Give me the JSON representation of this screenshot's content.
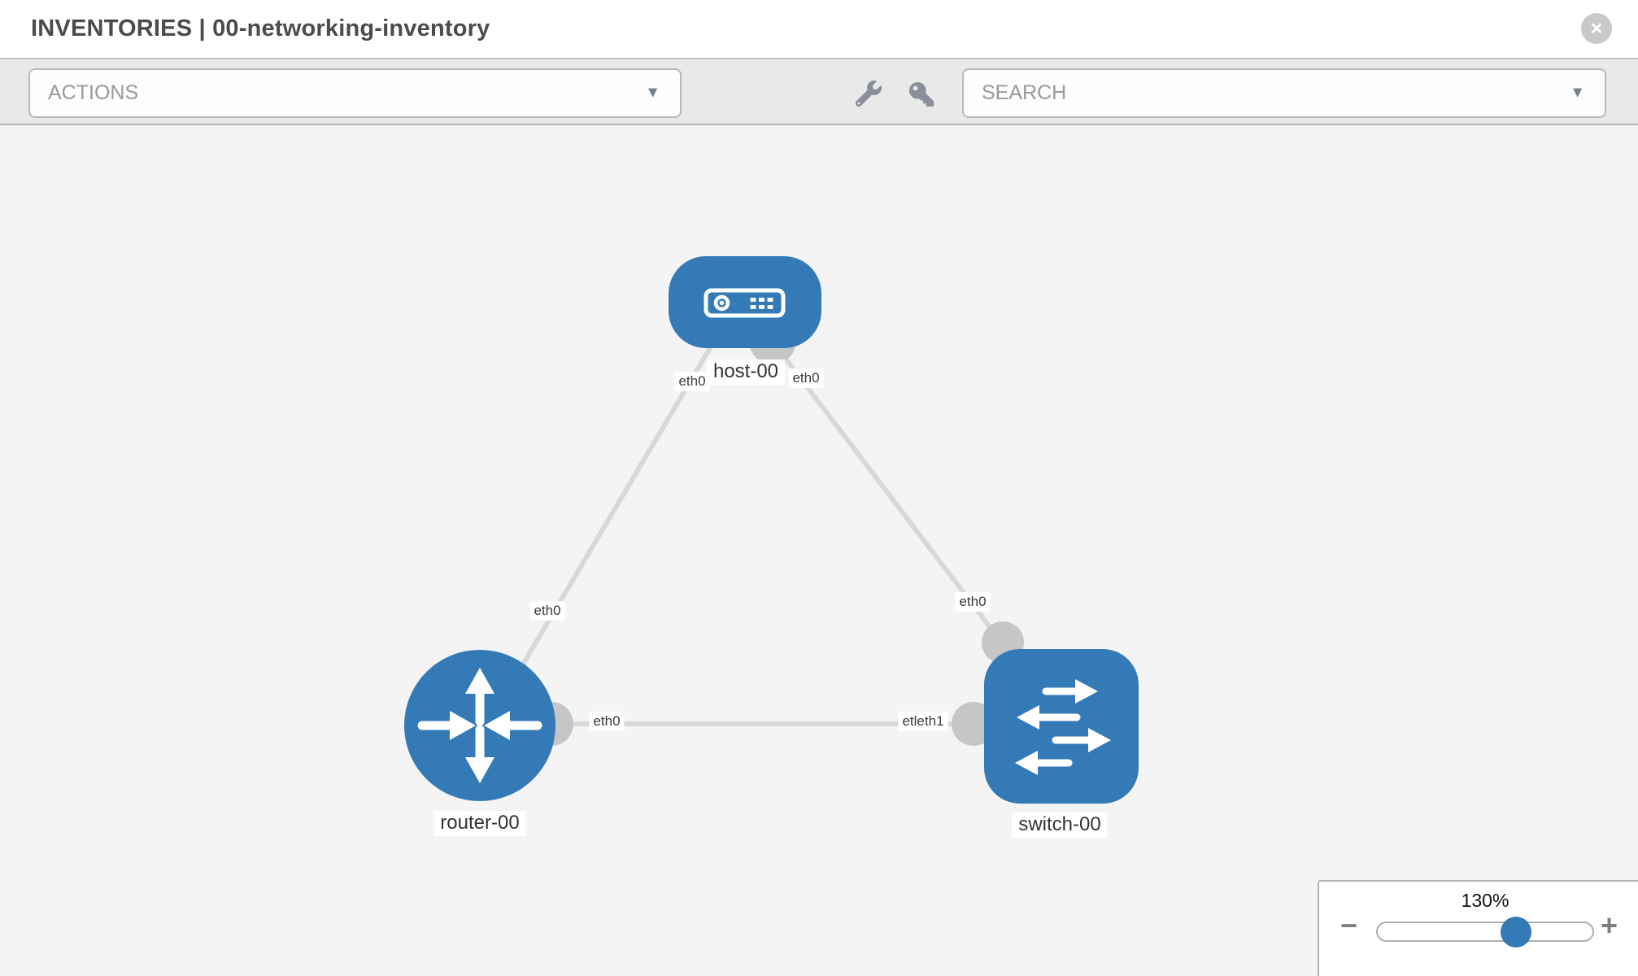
{
  "header": {
    "title": "INVENTORIES | 00-networking-inventory"
  },
  "toolbar": {
    "actions_label": "ACTIONS",
    "search_label": "SEARCH"
  },
  "icons": {
    "close_glyph": "✕",
    "caret_glyph": "▼",
    "wrench": "wrench-icon",
    "key": "key-icon",
    "host": "server-icon",
    "router": "router-arrows-icon",
    "switch": "switch-arrows-icon"
  },
  "colors": {
    "node_blue": "#337ab7",
    "port_gray": "#c6c6c6",
    "edge_gray": "#d8d8d8",
    "toolbar_bg": "#e9e9e9",
    "canvas_bg": "#f4f4f4",
    "tool_icon_gray": "#8a9099"
  },
  "topology": {
    "nodes": [
      {
        "id": "host-00",
        "type": "host",
        "label": "host-00"
      },
      {
        "id": "router-00",
        "type": "router",
        "label": "router-00"
      },
      {
        "id": "switch-00",
        "type": "switch",
        "label": "switch-00"
      }
    ],
    "links": [
      {
        "source": "host-00",
        "target": "router-00",
        "source_label": "eth0",
        "target_label": "eth0"
      },
      {
        "source": "host-00",
        "target": "switch-00",
        "source_label": "eth0",
        "target_label": "eth0"
      },
      {
        "source": "router-00",
        "target": "switch-00",
        "source_label": "eth0",
        "target_label": "etleth1"
      }
    ]
  },
  "zoom_panel": {
    "percent": "130%",
    "minus_glyph": "−",
    "plus_glyph": "+"
  }
}
